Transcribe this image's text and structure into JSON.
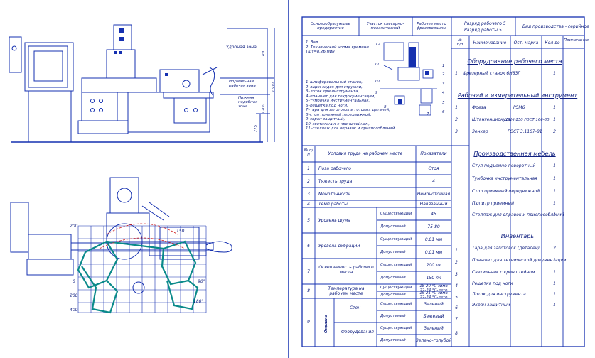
{
  "colors": {
    "ink": "#1530b0",
    "text": "#102080",
    "teal": "#0a8a8a",
    "red": "#d02020"
  },
  "left": {
    "zones": {
      "work": "Удобная зона",
      "normal": "Нормальная рабочая зона",
      "far": "Нижняя надобная зона"
    },
    "dims": {
      "d1": "700",
      "d2": "1600",
      "d3": "1200",
      "d4": "775"
    },
    "plan_y": [
      "200",
      "0",
      "200",
      "400"
    ],
    "plan_x": [
      "150",
      "90°",
      "180°"
    ]
  },
  "title": {
    "org": "Основообразующее предприятие",
    "shop": "Участок слесарно-механический",
    "workplace": "Рабочее место фрезеровщика",
    "cat1": "Разряд рабочего 5",
    "cat2": "Разряд работы 5",
    "production": "Вид производства - серийное"
  },
  "notes": {
    "head": [
      "1. Вал",
      "2. Технический норма времени Тшт=8,26 мин"
    ],
    "items": [
      "1–шлифоровальный станок,",
      "2–ящик-сидок для стружки,",
      "3–лоток для инструмента,",
      "4–планшет для техдокументации,",
      "5–тумбочка инструментальная,",
      "6–решетка под ноги,",
      "7–тара для заготовок и готовых деталей,",
      "8–стол приемный передвижной,",
      "9–экран защитный,",
      "10–светильник с кронштейном,",
      "11–стеллаж для оправок и приспособлений."
    ],
    "callouts": [
      "12",
      "11",
      "10",
      "1",
      "2",
      "3",
      "4",
      "5",
      "6",
      "7",
      "8",
      "9"
    ]
  },
  "conditions": {
    "headers": {
      "num": "№ п/п",
      "name": "Условия труда на рабочем месте",
      "value": "Показатели"
    },
    "rows": [
      {
        "n": "1",
        "name": "Поза рабочего",
        "value": "Стоя"
      },
      {
        "n": "2",
        "name": "Тяжесть труда",
        "value": "4"
      },
      {
        "n": "3",
        "name": "Монотонность",
        "value": "Немонотонная"
      },
      {
        "n": "4",
        "name": "Темп работы",
        "value": "Навязанный"
      },
      {
        "n": "5",
        "name": "Уровень шума",
        "sub": [
          {
            "k": "Существующий",
            "v": "45"
          },
          {
            "k": "Допустимый",
            "v": "75-80"
          }
        ]
      },
      {
        "n": "6",
        "name": "Уровень вибрации",
        "sub": [
          {
            "k": "Существующий",
            "v": "0.01 мм"
          },
          {
            "k": "Допустимый",
            "v": "0.01 мм"
          }
        ]
      },
      {
        "n": "7",
        "name": "Освещенность рабочего места",
        "sub": [
          {
            "k": "Существующий",
            "v": "200 лк"
          },
          {
            "k": "Допустимый",
            "v": "150 лк"
          }
        ]
      },
      {
        "n": "8",
        "name": "Температура на рабочем месте",
        "sub": [
          {
            "k": "Существующий",
            "v": "18-20 °C-зима 22-24 °C-лето"
          },
          {
            "k": "Допустимый",
            "v": "15-21 °C-зима 22-24 °C-лето"
          }
        ]
      },
      {
        "n": "9",
        "name": "Окраска",
        "sub": [
          {
            "k": "Стен",
            "k2": "Существующий",
            "v": "Зеленый"
          },
          {
            "k": "Стен",
            "k2": "Допустимый",
            "v": "Бежевый"
          },
          {
            "k": "Оборудования",
            "k2": "Существующий",
            "v": "Зеленый"
          },
          {
            "k": "Оборудования",
            "k2": "Допустимый",
            "v": "Зелено-голубой"
          }
        ]
      }
    ],
    "side_label": "Окраска"
  },
  "spec": {
    "headers": {
      "num": "№ п/п",
      "name": "Наименование",
      "gost": "Ост. марка",
      "qty": "Кол-во",
      "note": "Примечание"
    },
    "sections": [
      {
        "title": "Оборудование рабочего места",
        "items": [
          {
            "n": "1",
            "name": "Фрезерный станок 6Н83Г",
            "qty": "1"
          }
        ]
      },
      {
        "title": "Рабочий и измерительный инструмент",
        "items": [
          {
            "n": "1",
            "name": "Фреза",
            "gost": "Р5М6",
            "qty": "1"
          },
          {
            "n": "2",
            "name": "Штангенциркуль",
            "gost": "ШЦ-I-150 ГОСТ 166-80",
            "qty": "1"
          },
          {
            "n": "3",
            "name": "Зенкер",
            "gost": "ГОСТ 3.1107-81",
            "qty": "2"
          }
        ]
      },
      {
        "title": "Производственная мебель",
        "items": [
          {
            "name": "Стул подъемно-поворотный",
            "qty": "1"
          },
          {
            "name": "Тумбочка инструментальная",
            "qty": "1"
          },
          {
            "name": "Стол приемный передвижной",
            "qty": "1"
          },
          {
            "name": "Пюпитр приемный",
            "qty": "1"
          },
          {
            "name": "Стеллаж для оправок и приспособлений",
            "qty": "1"
          }
        ]
      },
      {
        "title": "Инвентарь",
        "items": [
          {
            "name": "Тара для заготовок (деталей)",
            "qty": "2"
          },
          {
            "name": "Планшет для технической документации",
            "qty": "1"
          },
          {
            "name": "Светильник с кронштейном",
            "qty": "1"
          },
          {
            "name": "Решетка под ноги",
            "qty": "1"
          },
          {
            "name": "Лоток для инструмента",
            "qty": "1"
          },
          {
            "name": "Экран защитный",
            "qty": "1"
          }
        ]
      }
    ],
    "row_nums": [
      "1",
      "2",
      "3",
      "4",
      "5",
      "6",
      "7",
      "8"
    ]
  }
}
